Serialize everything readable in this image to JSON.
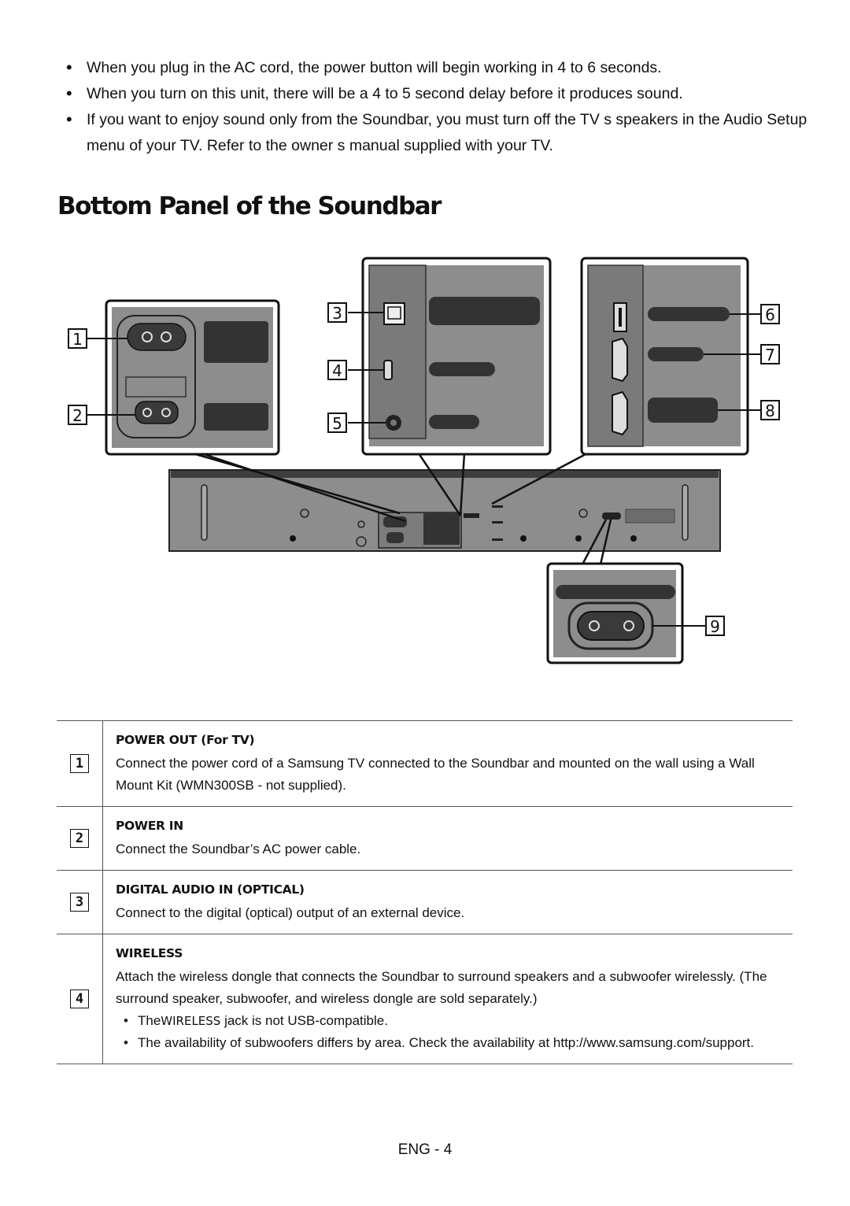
{
  "notes": [
    "When you plug in the AC cord, the power button will begin working in 4 to 6 seconds.",
    "When you turn on this unit, there will be a 4 to 5 second delay before it produces sound.",
    "If you want to enjoy sound only from the Soundbar, you must turn off the TV s speakers in the Audio Setup menu of your TV. Refer to the owner s manual supplied with your TV."
  ],
  "title": "Bottom Panel of the Soundbar",
  "diagram_labels": [
    "1",
    "2",
    "3",
    "4",
    "5",
    "6",
    "7",
    "8",
    "9"
  ],
  "items": [
    {
      "num": "1",
      "heading": "POWER OUT (For TV)",
      "text": "Connect the power cord of a Samsung TV connected to the Soundbar and mounted on the wall using a Wall Mount Kit (WMN300SB - not supplied)."
    },
    {
      "num": "2",
      "heading": "POWER IN",
      "text": "Connect the Soundbar’s AC power cable."
    },
    {
      "num": "3",
      "heading": "DIGITAL AUDIO IN (OPTICAL)",
      "text": "Connect to the digital (optical) output of an external device."
    },
    {
      "num": "4",
      "heading": "WIRELESS",
      "text": "Attach the wireless dongle that connects the Soundbar to surround speakers and a subwoofer wirelessly. (The surround speaker, subwoofer, and wireless dongle are sold separately.)",
      "bullet1_pre": "The",
      "bullet1_kw": "WIRELESS",
      "bullet1_post": " jack is not USB-compatible.",
      "bullet2": "The availability of subwoofers differs by area. Check the availability at http://www.samsung.com/support."
    }
  ],
  "footer": "ENG - 4"
}
